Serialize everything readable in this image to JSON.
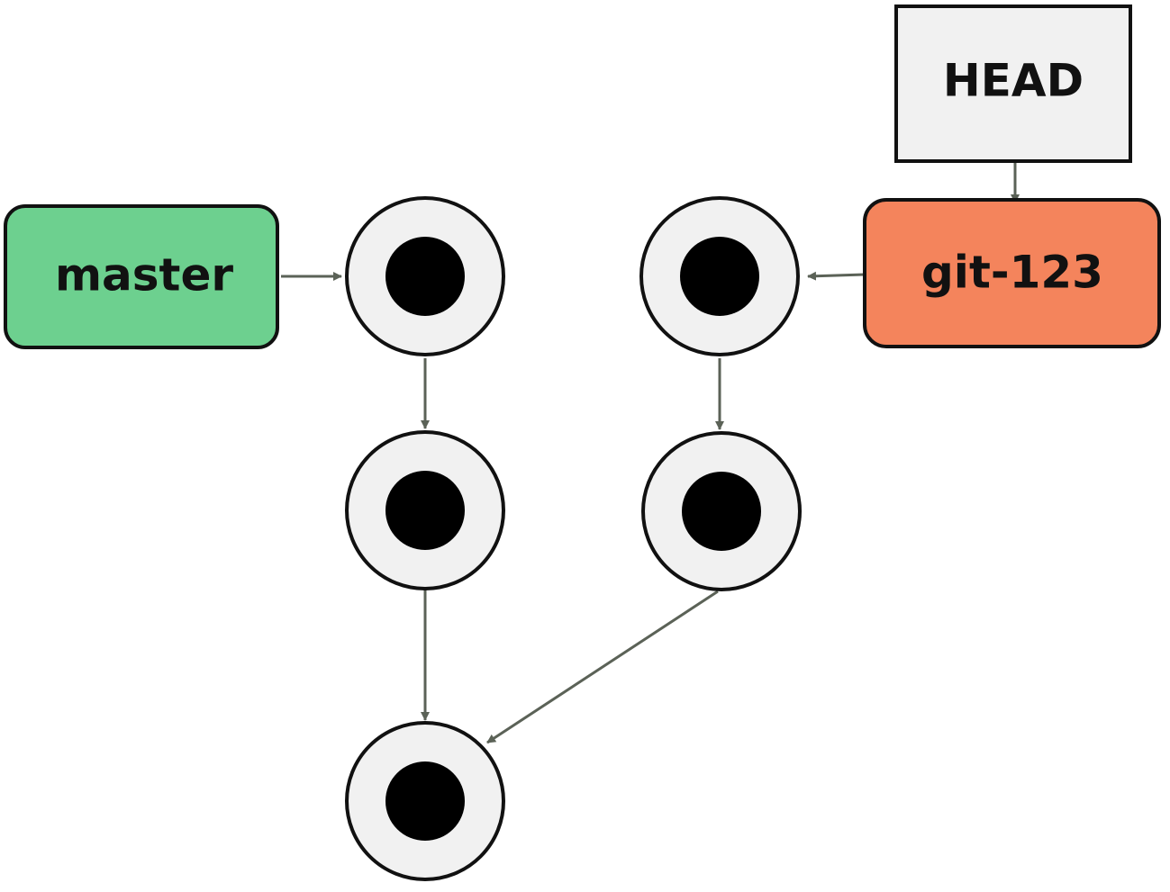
{
  "refs": {
    "head": {
      "label": "HEAD",
      "fill": "#f1f1f1"
    },
    "master": {
      "label": "master",
      "fill": "#6dd08f"
    },
    "branch": {
      "label": "git-123",
      "fill": "#f4845c"
    }
  },
  "colors": {
    "outline": "#111111",
    "commit_outer": "#f1f1f1",
    "commit_inner": "#000000",
    "arrow": "#5b6257"
  }
}
